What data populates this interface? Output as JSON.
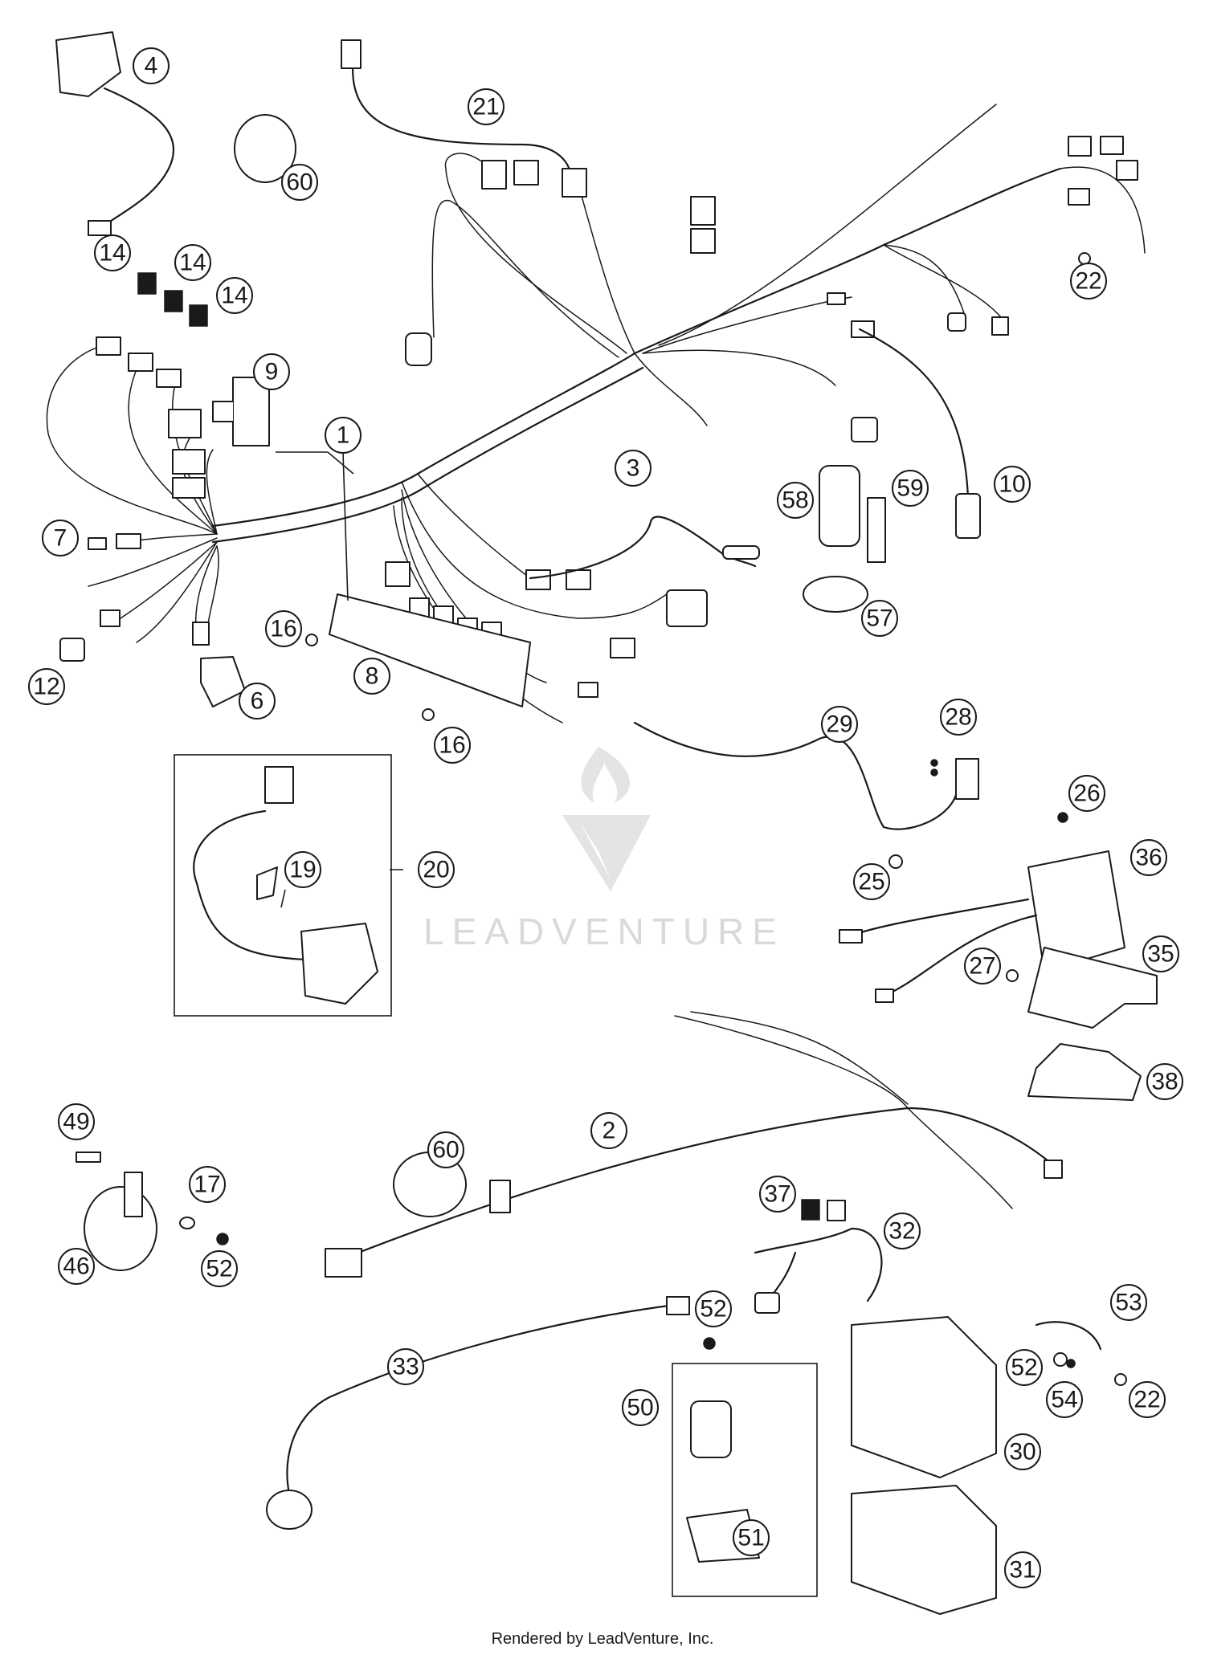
{
  "diagram": {
    "callouts": [
      "1",
      "2",
      "3",
      "4",
      "6",
      "7",
      "8",
      "9",
      "10",
      "12",
      "14",
      "14",
      "14",
      "16",
      "16",
      "17",
      "19",
      "20",
      "21",
      "22",
      "22",
      "25",
      "26",
      "27",
      "28",
      "29",
      "30",
      "31",
      "32",
      "33",
      "35",
      "36",
      "37",
      "38",
      "46",
      "49",
      "50",
      "51",
      "52",
      "52",
      "52",
      "53",
      "54",
      "57",
      "58",
      "59",
      "60",
      "60"
    ]
  },
  "watermark": {
    "text": "LEADVENTURE"
  },
  "footer": {
    "credit": "Rendered by LeadVenture, Inc."
  }
}
